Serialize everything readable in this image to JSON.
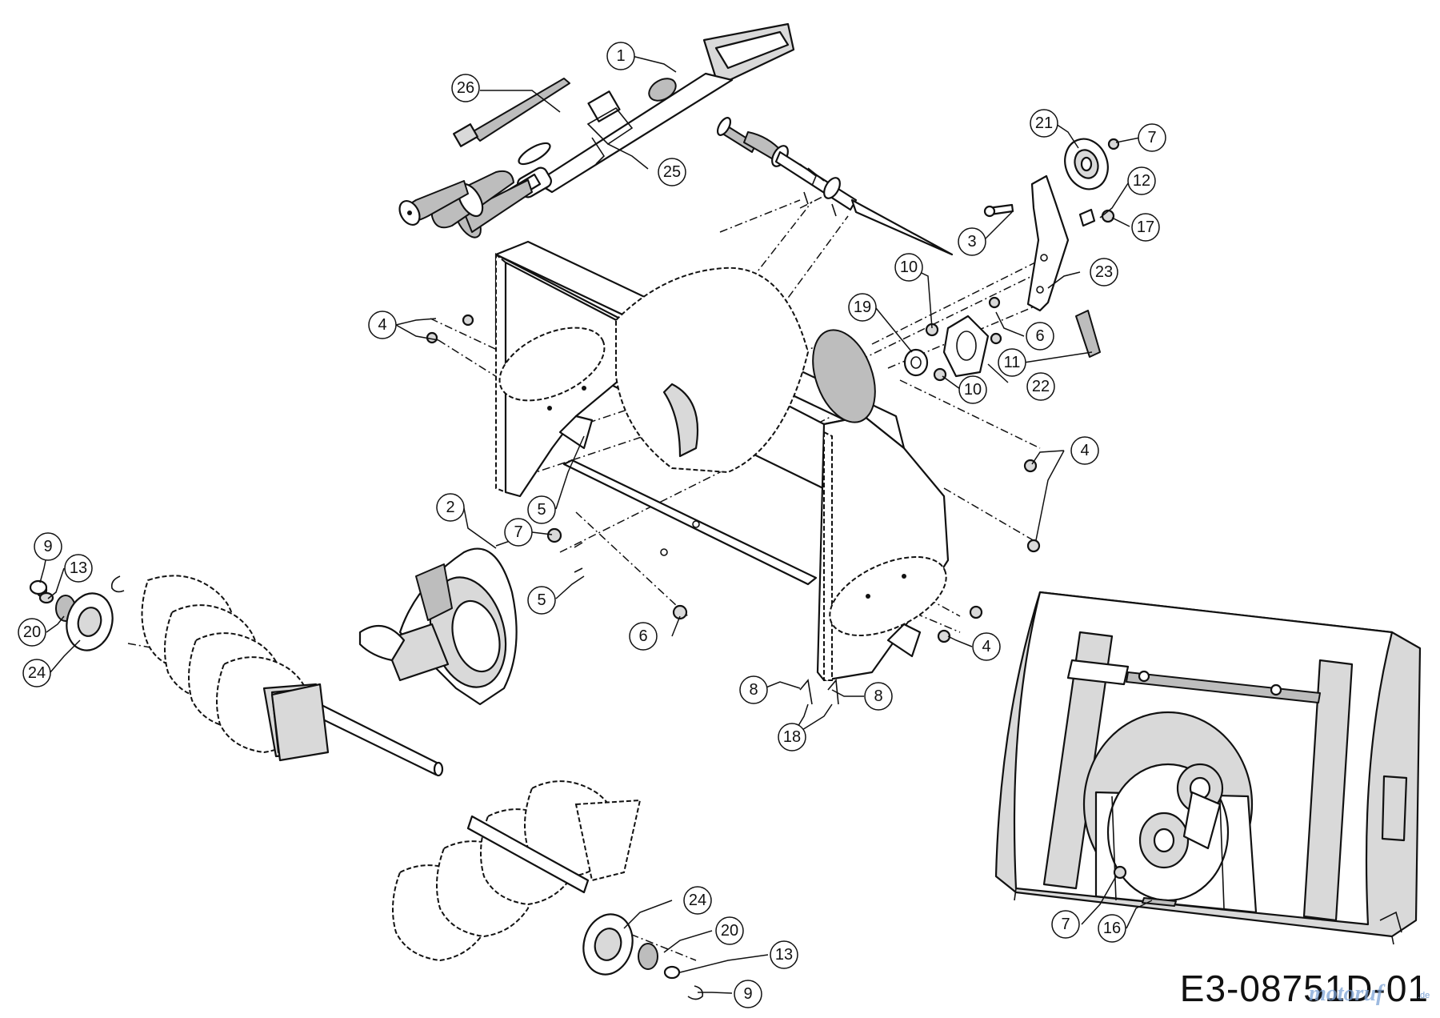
{
  "diagram": {
    "part_number": "E3-08751D-01",
    "watermark": "motoruf",
    "watermark_suffix": ".de",
    "callouts": [
      {
        "id": "c1",
        "label": "1"
      },
      {
        "id": "c26",
        "label": "26"
      },
      {
        "id": "c25",
        "label": "25"
      },
      {
        "id": "c21",
        "label": "21"
      },
      {
        "id": "c7a",
        "label": "7"
      },
      {
        "id": "c12",
        "label": "12"
      },
      {
        "id": "c3",
        "label": "3"
      },
      {
        "id": "c17",
        "label": "17"
      },
      {
        "id": "c10a",
        "label": "10"
      },
      {
        "id": "c23",
        "label": "23"
      },
      {
        "id": "c19",
        "label": "19"
      },
      {
        "id": "c6a",
        "label": "6"
      },
      {
        "id": "c11",
        "label": "11"
      },
      {
        "id": "c10b",
        "label": "10"
      },
      {
        "id": "c22",
        "label": "22"
      },
      {
        "id": "c4a",
        "label": "4"
      },
      {
        "id": "c4b",
        "label": "4"
      },
      {
        "id": "c5a",
        "label": "5"
      },
      {
        "id": "c2",
        "label": "2"
      },
      {
        "id": "c7b",
        "label": "7"
      },
      {
        "id": "c9a",
        "label": "9"
      },
      {
        "id": "c13a",
        "label": "13"
      },
      {
        "id": "c20a",
        "label": "20"
      },
      {
        "id": "c24a",
        "label": "24"
      },
      {
        "id": "c5b",
        "label": "5"
      },
      {
        "id": "c6b",
        "label": "6"
      },
      {
        "id": "c4c",
        "label": "4"
      },
      {
        "id": "c8a",
        "label": "8"
      },
      {
        "id": "c8b",
        "label": "8"
      },
      {
        "id": "c18",
        "label": "18"
      },
      {
        "id": "c24b",
        "label": "24"
      },
      {
        "id": "c20b",
        "label": "20"
      },
      {
        "id": "c13b",
        "label": "13"
      },
      {
        "id": "c9b",
        "label": "9"
      },
      {
        "id": "c7c",
        "label": "7"
      },
      {
        "id": "c16",
        "label": "16"
      }
    ]
  }
}
